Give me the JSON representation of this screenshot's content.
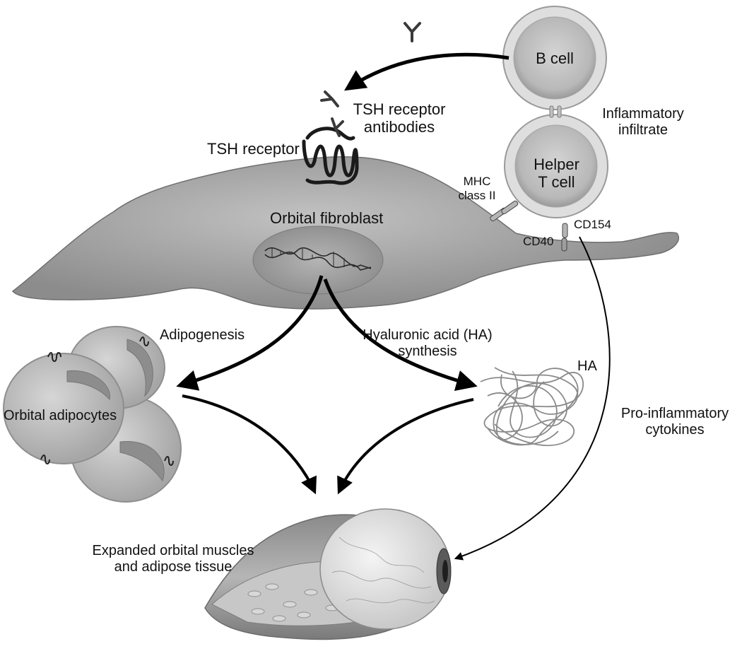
{
  "colors": {
    "cell_fill": "#a9a9a9",
    "cell_dark": "#7c7c7c",
    "membrane": "#d9d9d9",
    "arrow": "#000000",
    "text": "#111111"
  },
  "icons": [
    "antibody-icon",
    "tsh-receptor-icon",
    "dna-helix-icon",
    "mhc-receptor-icon",
    "cd40-receptor-icon",
    "cd154-ligand-icon",
    "hyaluronic-acid-mesh-icon",
    "eye-icon"
  ],
  "labels": {
    "b_cell": "B cell",
    "helper_t_cell": [
      "Helper",
      "T cell"
    ],
    "inflammatory_infiltrate": [
      "Inflammatory",
      "infiltrate"
    ],
    "tsh_receptor_antibodies": [
      "TSH receptor",
      "antibodies"
    ],
    "tsh_receptor": "TSH receptor",
    "mhc_class_ii": [
      "MHC",
      "class II"
    ],
    "cd154": "CD154",
    "cd40": "CD40",
    "orbital_fibroblast": "Orbital fibroblast",
    "adipogenesis": "Adipogenesis",
    "ha_synthesis": [
      "Hyaluronic acid (HA)",
      "synthesis"
    ],
    "ha": "HA",
    "orbital_adipocytes": "Orbital adipocytes",
    "pro_inflammatory_cytokines": [
      "Pro-inflammatory",
      "cytokines"
    ],
    "expanded_tissue": [
      "Expanded orbital muscles",
      "and adipose tissue"
    ]
  }
}
